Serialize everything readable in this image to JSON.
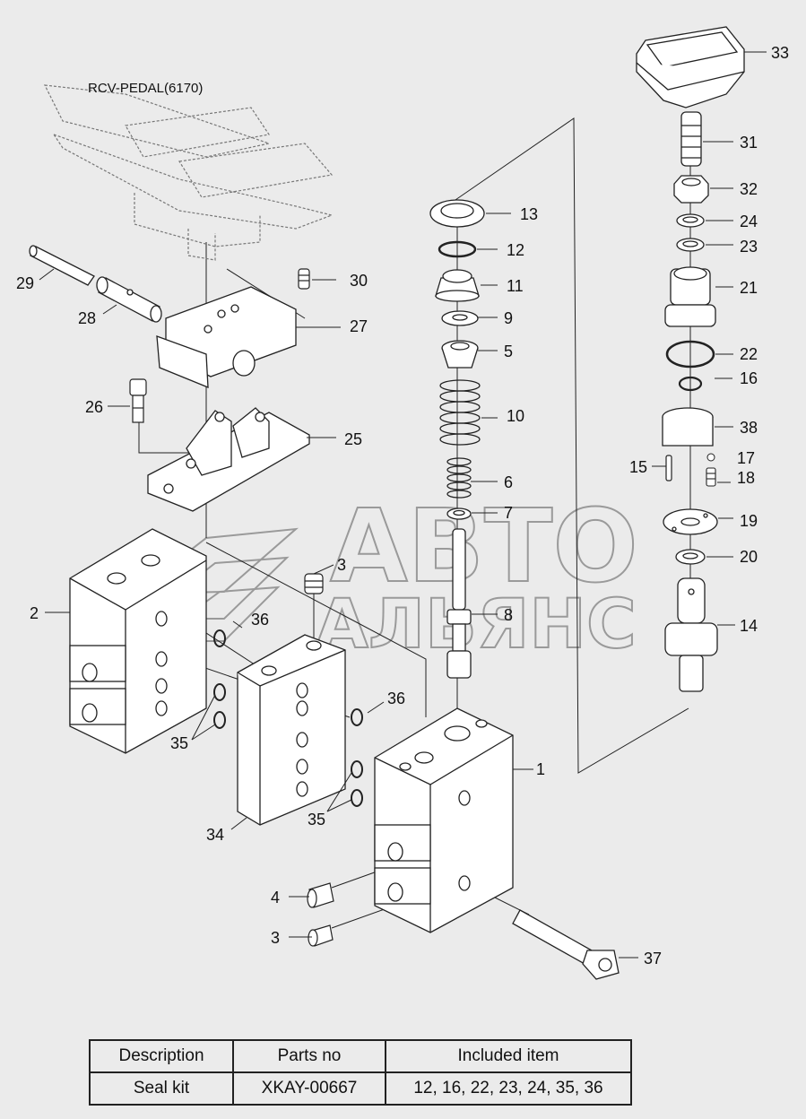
{
  "diagram": {
    "subassembly_label": "RCV-PEDAL(6170)",
    "watermark_line1": "АВТО",
    "watermark_line2": "АЛЬЯНС",
    "callouts": {
      "c1": "1",
      "c2": "2",
      "c3a": "3",
      "c3b": "3",
      "c4": "4",
      "c5": "5",
      "c6": "6",
      "c7": "7",
      "c8": "8",
      "c9": "9",
      "c10": "10",
      "c11": "11",
      "c12": "12",
      "c13": "13",
      "c14": "14",
      "c15": "15",
      "c16": "16",
      "c17": "17",
      "c18": "18",
      "c19": "19",
      "c20": "20",
      "c21": "21",
      "c22": "22",
      "c23": "23",
      "c24": "24",
      "c25": "25",
      "c26": "26",
      "c27": "27",
      "c28": "28",
      "c29": "29",
      "c30": "30",
      "c31": "31",
      "c32": "32",
      "c33": "33",
      "c34": "34",
      "c35a": "35",
      "c35b": "35",
      "c36a": "36",
      "c36b": "36",
      "c37": "37",
      "c38": "38"
    }
  },
  "parts_table": {
    "headers": [
      "Description",
      "Parts no",
      "Included item"
    ],
    "row": {
      "description": "Seal kit",
      "parts_no": "XKAY-00667",
      "included": "12, 16, 22, 23, 24, 35, 36"
    }
  }
}
